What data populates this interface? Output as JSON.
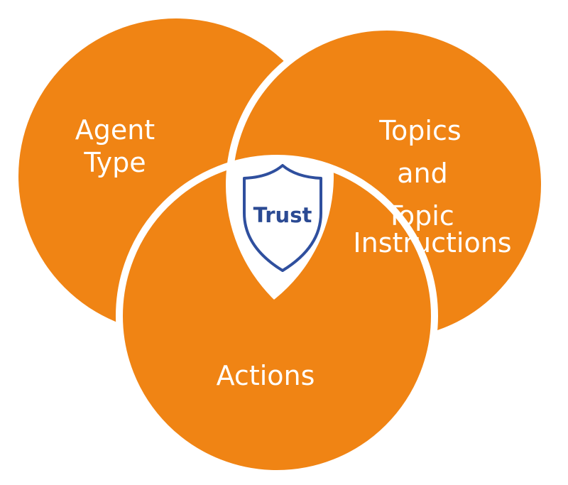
{
  "diagram": {
    "colors": {
      "circle_fill": "#F08414",
      "gap_stroke": "#FFFFFF",
      "background": "#FFFFFF",
      "shield_stroke": "#2F4F9E",
      "shield_fill": "#FFFFFF",
      "label_color": "#FFFFFF",
      "trust_color": "#2B4A93"
    },
    "circles": [
      {
        "name": "agent-type",
        "lines": [
          "Agent",
          "Type"
        ]
      },
      {
        "name": "topics",
        "lines": [
          "Topics",
          "and",
          "Topic",
          "Instructions"
        ]
      },
      {
        "name": "actions",
        "lines": [
          "Actions"
        ]
      }
    ],
    "center": {
      "icon": "shield-icon",
      "label": "Trust"
    }
  }
}
